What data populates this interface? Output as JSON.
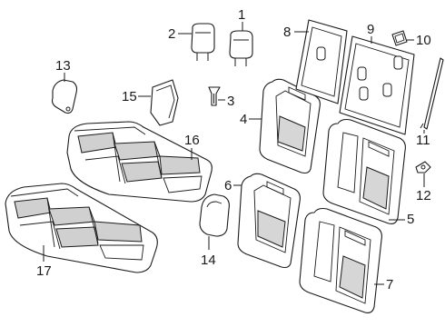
{
  "callouts": {
    "c1": "1",
    "c2": "2",
    "c3": "3",
    "c4": "4",
    "c5": "5",
    "c6": "6",
    "c7": "7",
    "c8": "8",
    "c9": "9",
    "c10": "10",
    "c11": "11",
    "c12": "12",
    "c13": "13",
    "c14": "14",
    "c15": "15",
    "c16": "16",
    "c17": "17"
  },
  "colors": {
    "line": "#1a1a1a",
    "fill": "#ffffff",
    "shade": "#d0d0d0"
  }
}
